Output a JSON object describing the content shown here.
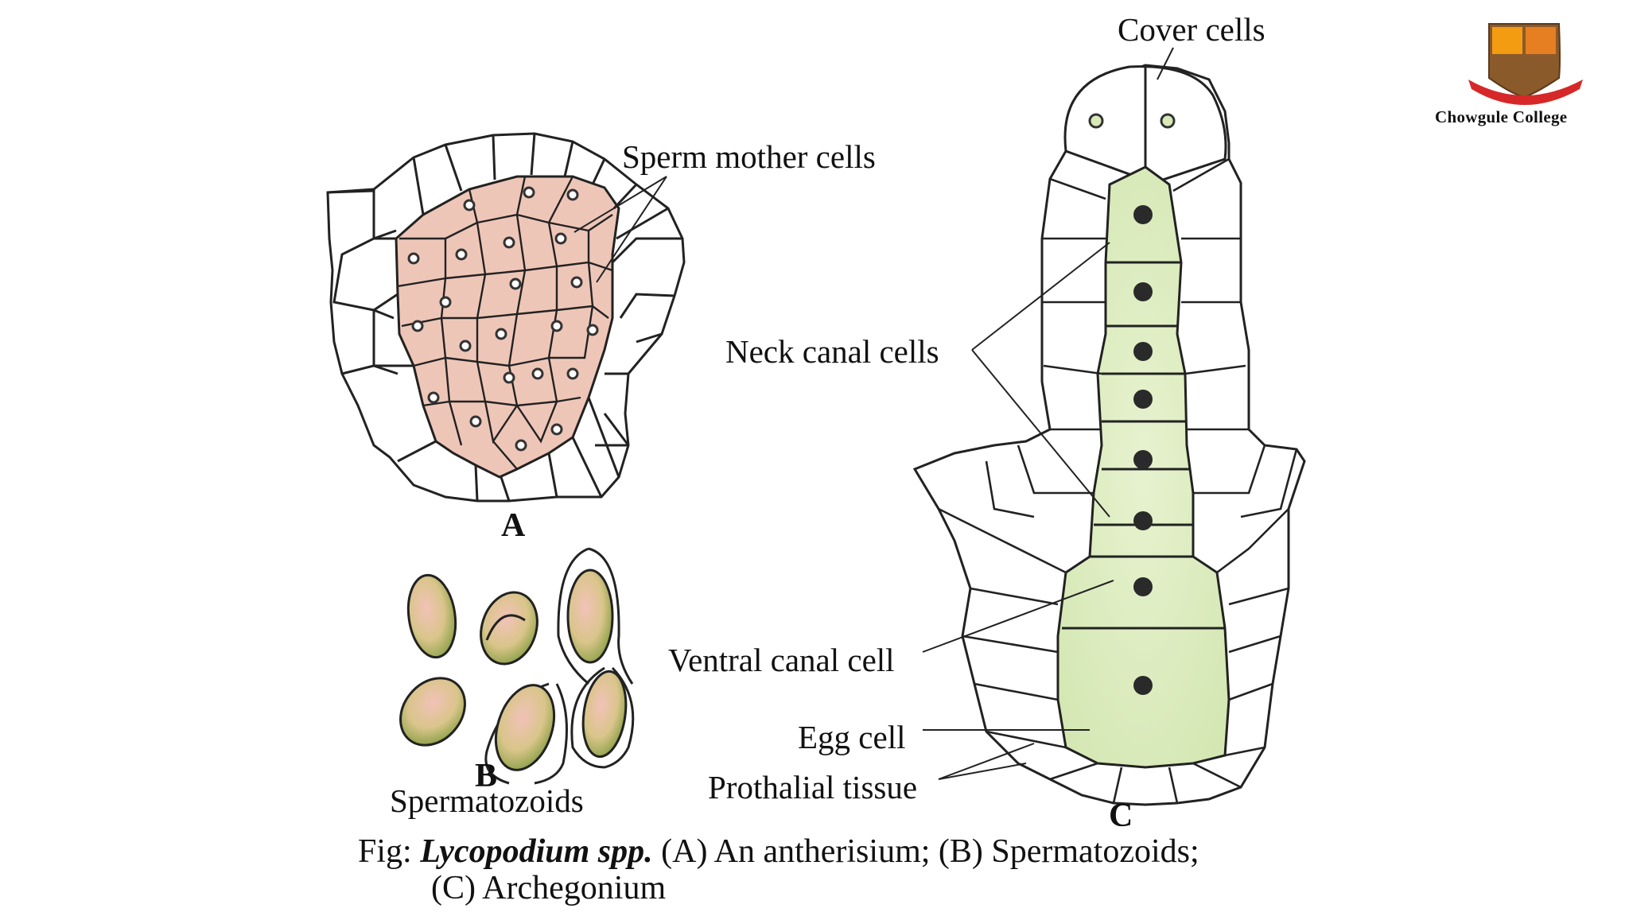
{
  "logo": {
    "text": "Chowgule College",
    "colors": {
      "shield_red": "#c0392b",
      "shield_orange": "#f39c12",
      "shield_brown": "#8b5a2b",
      "ribbon": "#d62828"
    }
  },
  "panels": {
    "A": {
      "letter": "A"
    },
    "B": {
      "letter": "B",
      "caption": "Spermatozoids"
    },
    "C": {
      "letter": "C"
    }
  },
  "labels": {
    "sperm_mother_cells": "Sperm mother cells",
    "cover_cells": "Cover cells",
    "neck_canal_cells": "Neck canal cells",
    "ventral_canal_cell": "Ventral canal cell",
    "egg_cell": "Egg cell",
    "prothalial_tissue": "Prothalial tissue"
  },
  "caption": {
    "prefix": "Fig: ",
    "species": "Lycopodium spp.",
    "line1_rest": " (A) An antherisium; (B) Spermatozoids;",
    "line2": "(C) Archegonium"
  },
  "colors": {
    "pink_fill": "#eec6b8",
    "green_fill": "#d9eab9",
    "outline": "#222222",
    "nucleus": "#222222"
  }
}
